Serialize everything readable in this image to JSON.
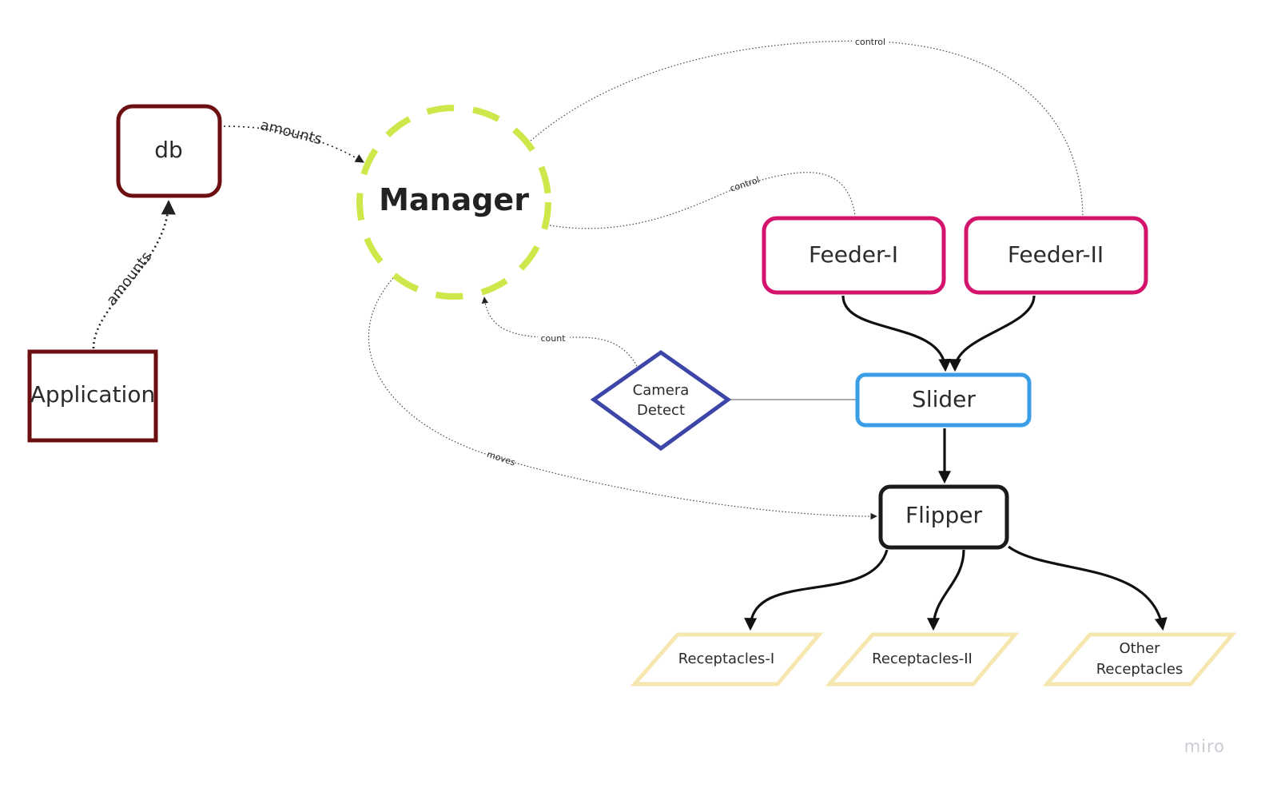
{
  "nodes": {
    "db": "db",
    "application": "Application",
    "manager": "Manager",
    "feeder_1": "Feeder-I",
    "feeder_2": "Feeder-II",
    "slider": "Slider",
    "camera_line1": "Camera",
    "camera_line2": "Detect",
    "flipper": "Flipper",
    "receptacles_1": "Receptacles-I",
    "receptacles_2": "Receptacles-II",
    "other_line1": "Other",
    "other_line2": "Receptacles"
  },
  "edges": {
    "app_to_db": "amounts",
    "db_to_manager": "amounts",
    "manager_to_feeder2": "control",
    "manager_to_feeder1": "control",
    "camera_to_manager": "count",
    "manager_to_flipper": "moves"
  },
  "colors": {
    "db_border": "#6b0f10",
    "application_border": "#6b0f10",
    "manager_border": "#cde84a",
    "feeder_border": "#d4146c",
    "slider_border": "#3a9ee6",
    "camera_border": "#3e45a8",
    "flipper_border": "#1a1a1a",
    "receptacle_border": "#f6e7b0"
  },
  "watermark": "miro"
}
